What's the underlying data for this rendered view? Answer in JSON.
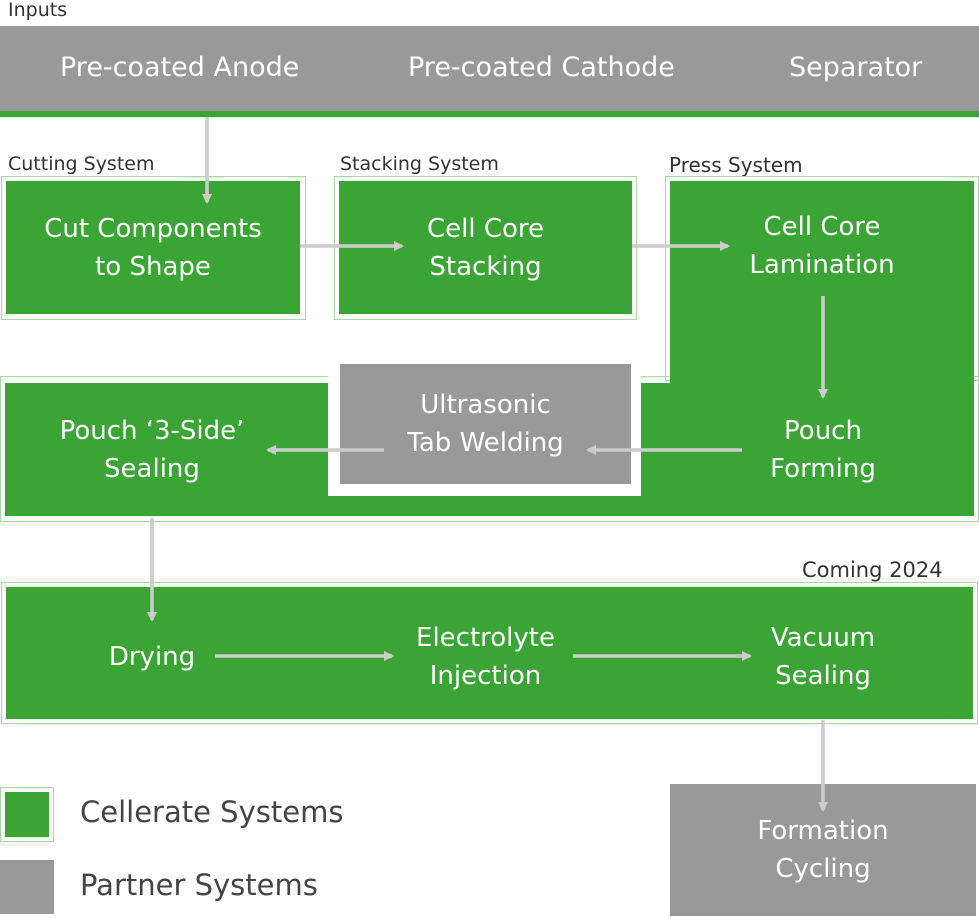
{
  "inputs": {
    "label": "Inputs",
    "items": [
      "Pre-coated Anode",
      "Pre-coated Cathode",
      "Separator"
    ]
  },
  "groups": {
    "cutting": "Cutting System",
    "stacking": "Stacking System",
    "press": "Press System",
    "coming": "Coming 2024"
  },
  "steps": {
    "cut": "Cut Components\nto Shape",
    "stacking": "Cell Core\nStacking",
    "lamination": "Cell Core\nLamination",
    "pouch_forming": "Pouch\nForming",
    "ultrasonic": "Ultrasonic\nTab Welding",
    "sealing3": "Pouch ‘3-Side’\nSealing",
    "drying": "Drying",
    "electrolyte": "Electrolyte\nInjection",
    "vacuum": "Vacuum\nSealing",
    "formation": "Formation\nCycling"
  },
  "legend": {
    "cellerate": "Cellerate Systems",
    "partner": "Partner Systems"
  },
  "colors": {
    "cellerate_green": "#3aa535",
    "partner_gray": "#999999",
    "accent_line": "#3aa535",
    "arrow": "#cccccc"
  }
}
